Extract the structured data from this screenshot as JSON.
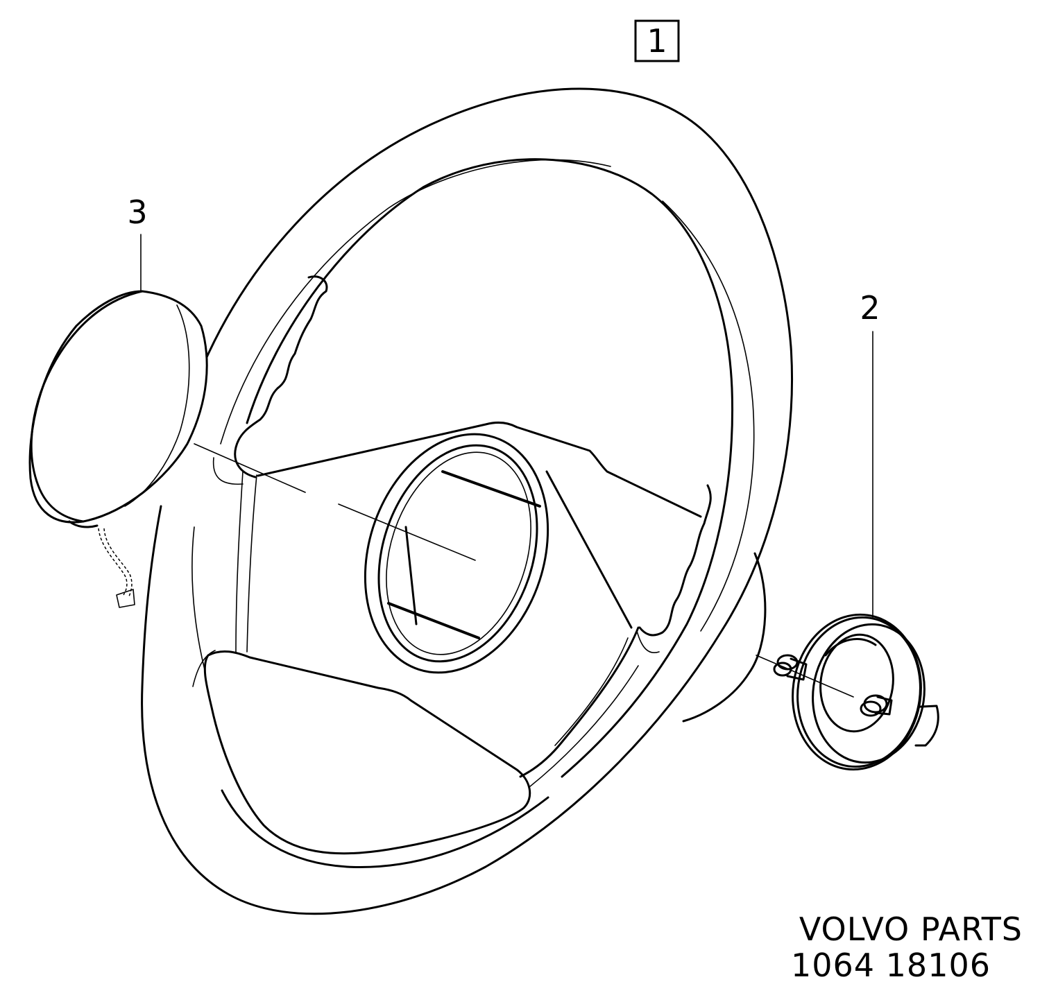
{
  "diagram": {
    "frame_label": "1",
    "callouts": [
      {
        "id": "part-2",
        "number": "2"
      },
      {
        "id": "part-3",
        "number": "3"
      }
    ],
    "footer": {
      "brand_line": "VOLVO PARTS",
      "code_line": "1064 18106"
    }
  }
}
